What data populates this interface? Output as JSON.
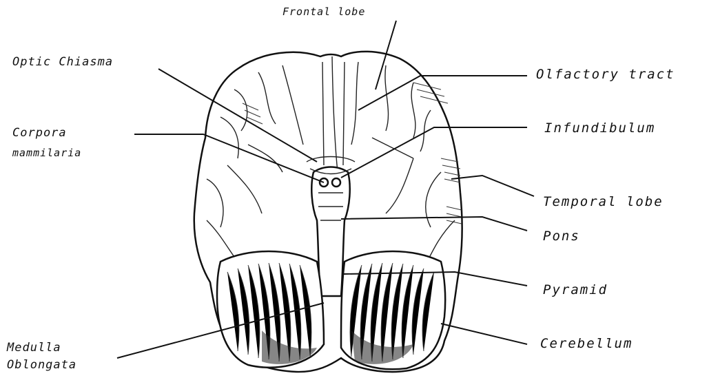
{
  "labels": {
    "frontal_lobe": "Frontal lobe",
    "optic_chiasma": "Optic Chiasma",
    "corpora_line1": "Corpora",
    "corpora_line2": "mammilaria",
    "medulla_line1": "Medulla",
    "medulla_line2": "Oblongata",
    "olfactory_tract": "Olfactory tract",
    "infundibulum": "Infundibulum",
    "temporal_lobe": "Temporal lobe",
    "pons": "Pons",
    "pyramid": "Pyramid",
    "cerebellum": "Cerebellum"
  }
}
